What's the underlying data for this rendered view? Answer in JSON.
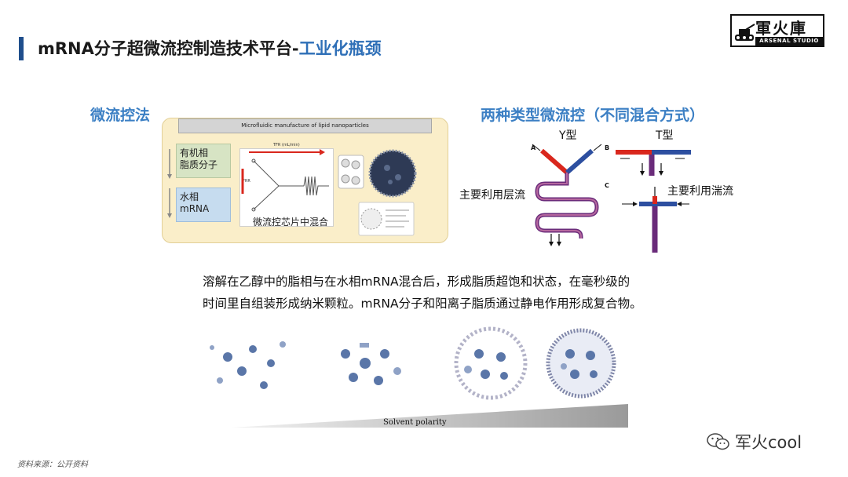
{
  "header": {
    "title_main": "mRNA分子超微流控制造技术平台-",
    "title_highlight": "工业化瓶颈",
    "accent_color": "#1f4e8c",
    "highlight_color": "#2e6fb7"
  },
  "logo": {
    "name": "軍火庫",
    "subtitle": "ARSENAL STUDIO",
    "icon": "tank-icon"
  },
  "left_panel": {
    "heading": "微流控法",
    "chip_header": "Microfluidic manufacture of lipid nanoparticles",
    "organic_phase": [
      "有机相",
      "脂质分子"
    ],
    "aqueous_phase": [
      "水相",
      "mRNA"
    ],
    "chip_label": "微流控芯片中混合",
    "tfr_label": "TFR (mL/min)",
    "frr_label": "FRR"
  },
  "right_panel": {
    "heading": "两种类型微流控（不同混合方式）",
    "y_type": "Y型",
    "t_type": "T型",
    "letter_a": "A",
    "letter_b": "B",
    "letter_c": "C",
    "laminar": "主要利用层流",
    "turbulent": "主要利用湍流"
  },
  "description": {
    "line1": "溶解在乙醇中的脂相与在水相mRNA混合后，形成脂质超饱和状态，在毫秒级的",
    "line2": "时间里自组装形成纳米颗粒。mRNA分子和阳离子脂质通过静电作用形成复合物。"
  },
  "nanoparticles": {
    "axis_label": "Solvent polarity"
  },
  "footer": {
    "source": "资料来源：公开资料",
    "watermark": "军火cool",
    "watermark_icon": "wechat-icon"
  }
}
